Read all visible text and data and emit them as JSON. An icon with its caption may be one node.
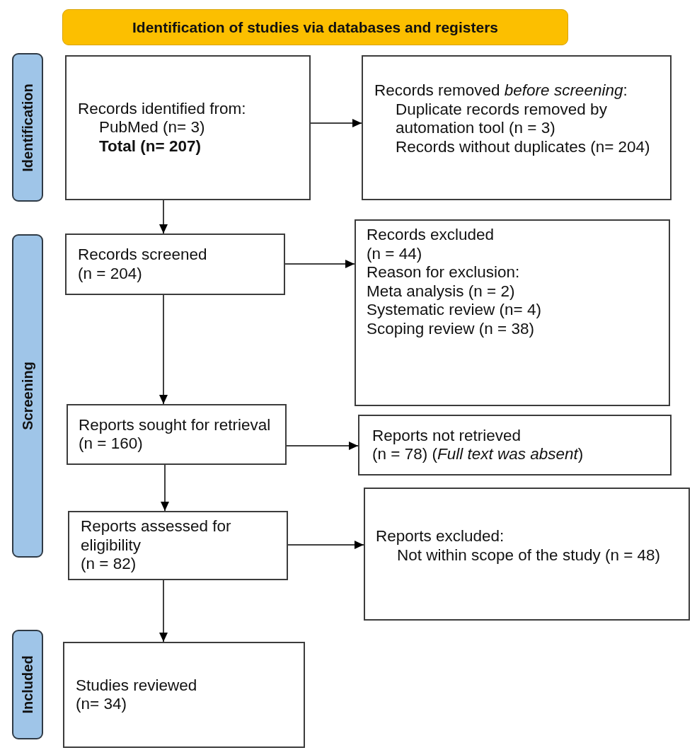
{
  "diagram": {
    "nodes": [
      {
        "text": [
          "Identification of studies via databases and registers"
        ]
      },
      {
        "text": [
          "Identification"
        ]
      },
      {
        "text": [
          "Records identified from:",
          "PubMed (n= 3)",
          "Total (n= 207)"
        ]
      },
      {
        "text": [
          "Records removed *before screening*:",
          "Duplicate records removed by automation tool (n = 3)",
          "Records without duplicates (n= 204)"
        ]
      },
      {
        "text": [
          "Screening"
        ]
      },
      {
        "text": [
          "Records screened",
          "(n = 204)"
        ]
      },
      {
        "text": [
          "Records excluded",
          "(n = 44)",
          "Reason for exclusion:",
          "Meta analysis (n = 2)",
          "Systematic review (n= 4)",
          "Scoping review (n = 38)"
        ]
      },
      {
        "text": [
          "Reports sought for retrieval",
          "(n = 160)"
        ]
      },
      {
        "text": [
          "Reports not retrieved",
          "(n = 78) (*Full text was absent*)"
        ]
      },
      {
        "text": [
          "Reports assessed for eligibility",
          "(n = 82)"
        ]
      },
      {
        "text": [
          "Reports excluded:",
          "Not within scope of the study (n = 48)"
        ]
      },
      {
        "text": [
          "Included"
        ]
      },
      {
        "text": [
          "Studies reviewed",
          "(n= 34)"
        ]
      }
    ],
    "edges": [
      {
        "from": 2,
        "to": 3,
        "arrow": "to"
      },
      {
        "from": 2,
        "to": 5,
        "arrow": "to"
      },
      {
        "from": 5,
        "to": 6,
        "arrow": "to"
      },
      {
        "from": 5,
        "to": 7,
        "arrow": "to"
      },
      {
        "from": 7,
        "to": 8,
        "arrow": "to"
      },
      {
        "from": 7,
        "to": 9,
        "arrow": "to"
      },
      {
        "from": 9,
        "to": 10,
        "arrow": "to"
      },
      {
        "from": 9,
        "to": 12,
        "arrow": "to"
      }
    ]
  }
}
